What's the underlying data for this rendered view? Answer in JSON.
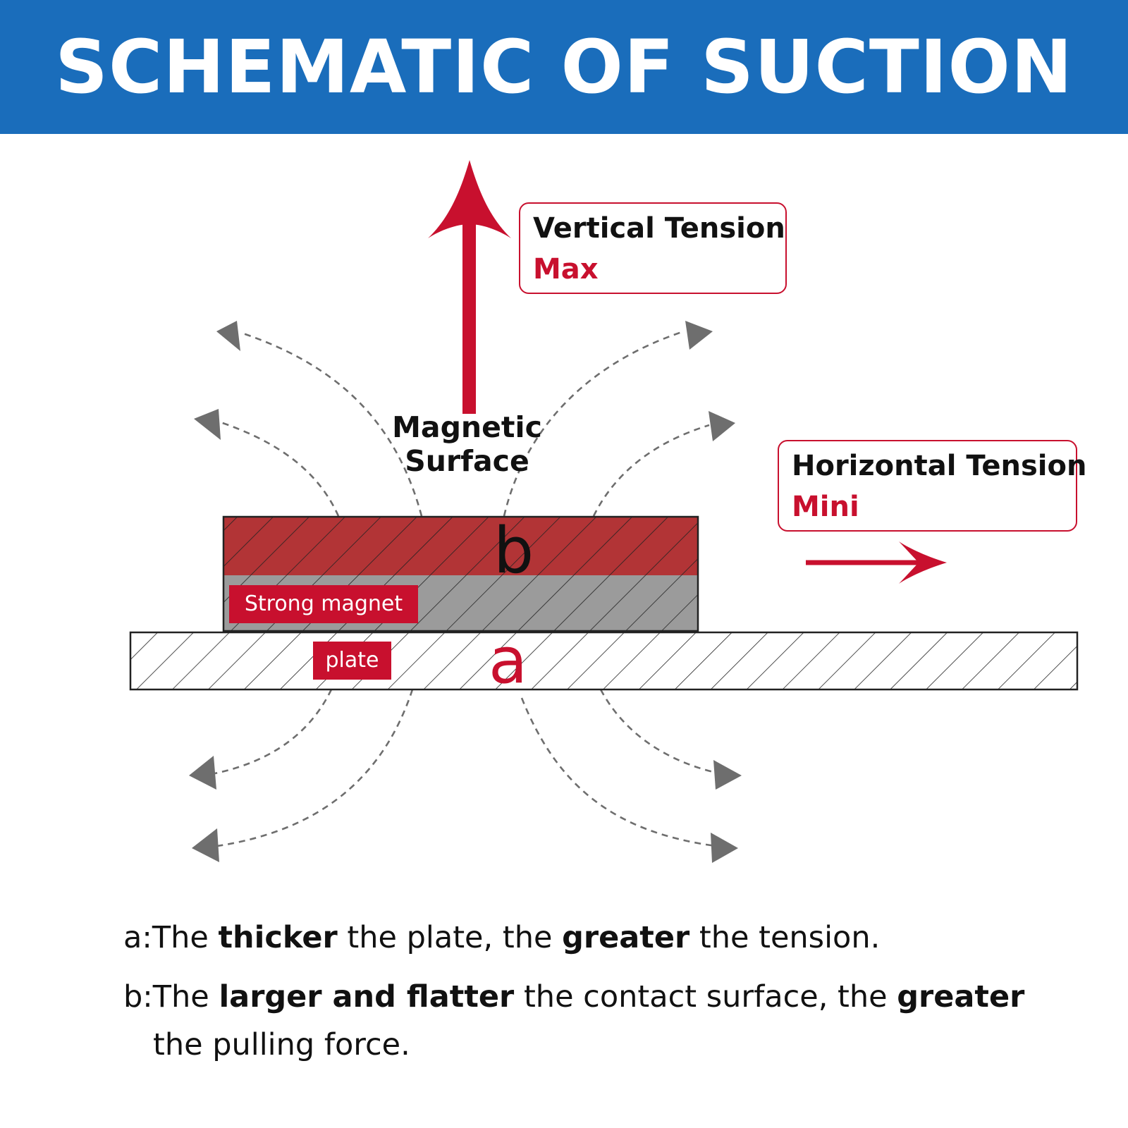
{
  "title": "SCHEMATIC OF SUCTION",
  "vertical_box": {
    "line1": "Vertical Tension",
    "line2": "Max"
  },
  "horizontal_box": {
    "line1": "Horizontal Tension",
    "line2": "Mini"
  },
  "magnetic_surface": {
    "line1": "Magnetic",
    "line2": "Surface"
  },
  "labels": {
    "magnet": "Strong magnet",
    "plate": "plate",
    "b": "b",
    "a": "a"
  },
  "notes": {
    "a": {
      "p1": "a:The ",
      "b1": "thicker",
      "p2": " the plate, the ",
      "b2": "greater",
      "p3": " the tension."
    },
    "b": {
      "p1": "b:The ",
      "b1": "larger and flatter",
      "p2": " the contact surface, the ",
      "b2": "greater",
      "p3": "the pulling force."
    }
  },
  "colors": {
    "header_blue": "#1a6dbb",
    "accent_red": "#c8102e",
    "magnet_red": "#b23436",
    "magnet_gray": "#9b9b9b",
    "field_gray": "#6e6e6e"
  }
}
